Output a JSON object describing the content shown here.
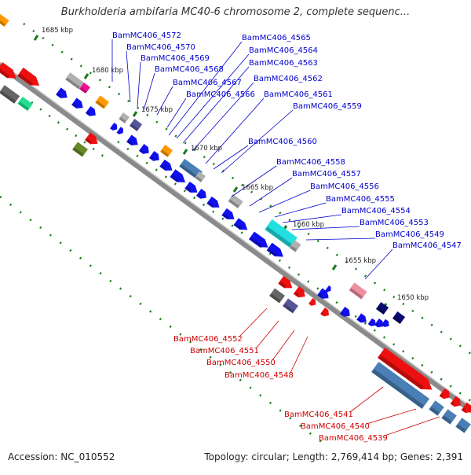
{
  "map": {
    "title": "Burkholderia ambifaria MC40-6 chromosome 2, complete sequenc...",
    "footer": {
      "accession": "Accession: NC_010552",
      "summary": "Topology: circular; Length: 2,769,414 bp; Genes: 2,391"
    },
    "colors": {
      "forward_label": "#0000cc",
      "reverse_label": "#cc0000",
      "tick": "#1a7a1a",
      "backbone": "#8a8a8a",
      "gene_blue": "#1010ee",
      "gene_red": "#ee1010",
      "gene_steel": "#4a7fb5",
      "gene_cyan": "#22e0e0",
      "gene_navy": "#0a0a70",
      "gene_orange": "#ff9900",
      "gene_gray": "#b0b0b0",
      "gene_darkgray": "#666666",
      "gene_pink": "#ee90a0",
      "gene_magenta": "#ee1090",
      "gene_olive": "#6a8a2a",
      "gene_green": "#22e090",
      "gene_slate": "#555599"
    },
    "kbp_labels": [
      "1685 kbp",
      "1680 kbp",
      "1675 kbp",
      "1670 kbp",
      "1665 kbp",
      "1660 kbp",
      "1655 kbp",
      "1650 kbp"
    ],
    "forward_genes": [
      "BamMC406_4572",
      "BamMC406_4570",
      "BamMC406_4569",
      "BamMC406_4568",
      "BamMC406_4567",
      "BamMC406_4566",
      "BamMC406_4565",
      "BamMC406_4564",
      "BamMC406_4563",
      "BamMC406_4562",
      "BamMC406_4561",
      "BamMC406_4559",
      "BamMC406_4560",
      "BamMC406_4558",
      "BamMC406_4557",
      "BamMC406_4556",
      "BamMC406_4555",
      "BamMC406_4554",
      "BamMC406_4553",
      "BamMC406_4549",
      "BamMC406_4547"
    ],
    "reverse_genes": [
      "BamMC406_4552",
      "BamMC406_4551",
      "BamMC406_4550",
      "BamMC406_4548",
      "BamMC406_4541",
      "BamMC406_4540",
      "BamMC406_4539"
    ]
  }
}
